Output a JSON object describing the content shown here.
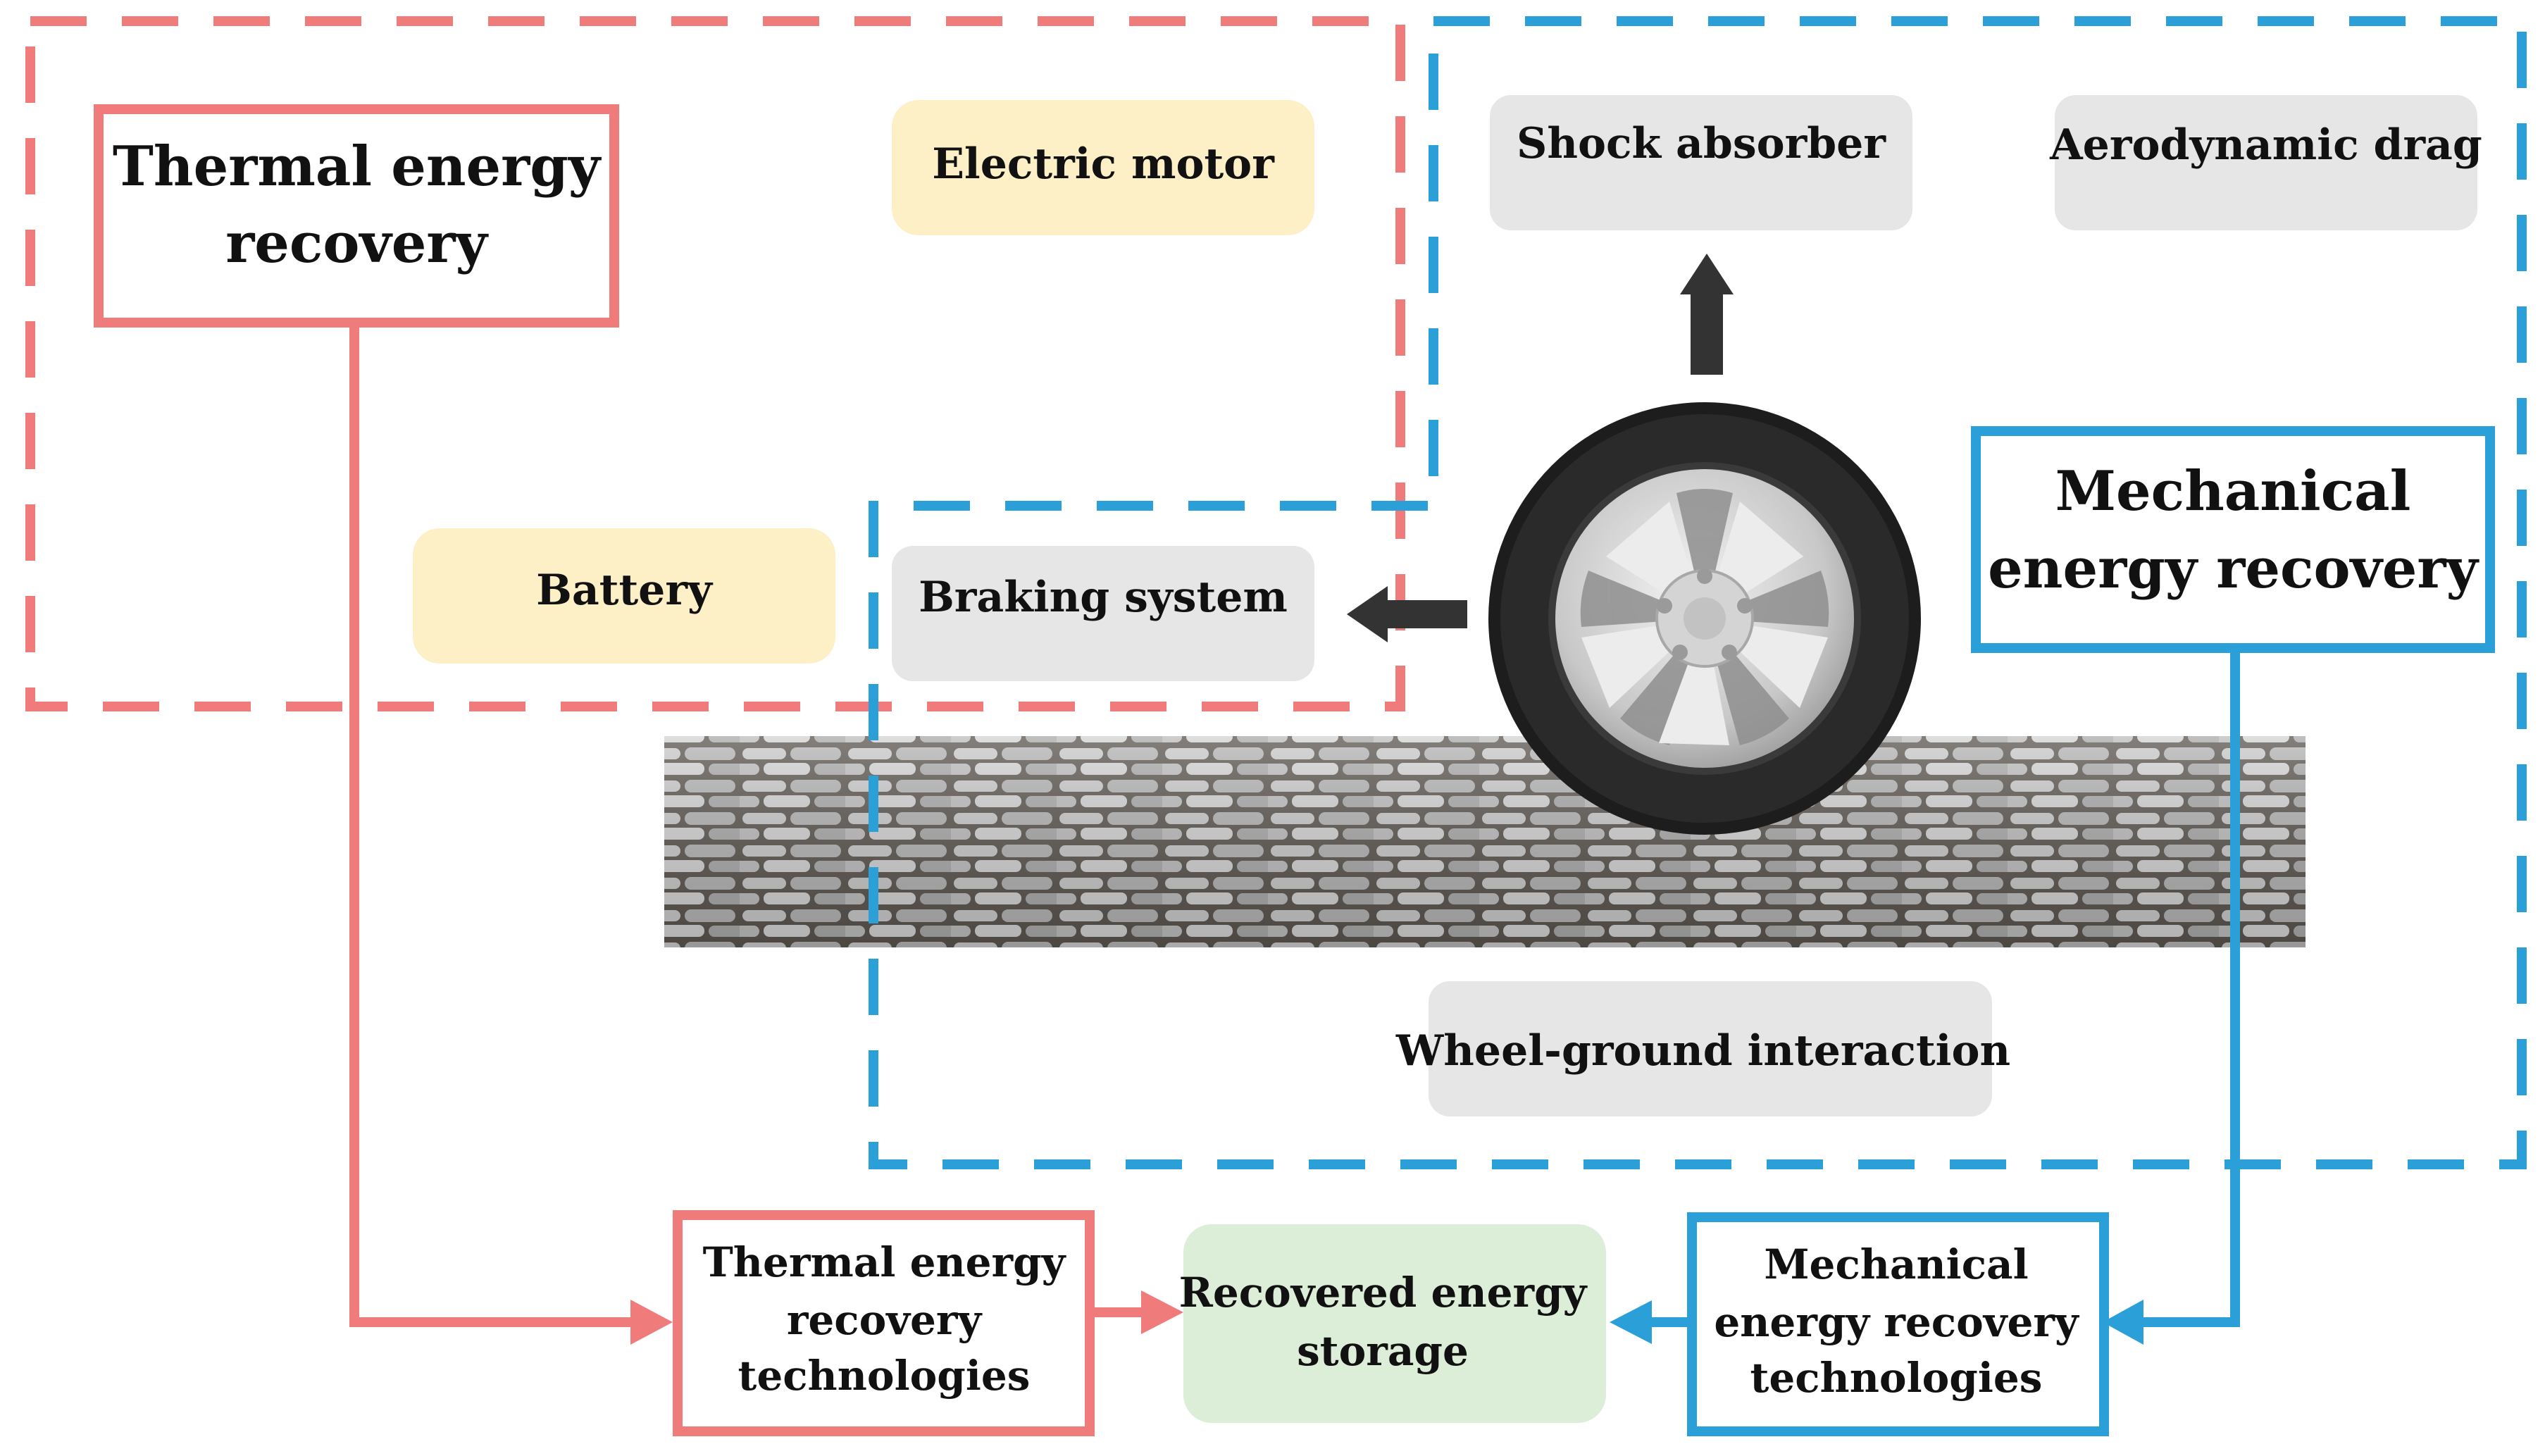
{
  "colors": {
    "thermal": "#f07b7b",
    "mechanical": "#2a9fd8",
    "yellow_box": "#fdefc6",
    "grey_box": "#e6e6e6",
    "green_box": "#dceed8",
    "arrow_dark": "#333333"
  },
  "regions": {
    "thermal_title": [
      "Thermal energy",
      "recovery"
    ],
    "mechanical_title": [
      "Mechanical",
      "energy recovery"
    ]
  },
  "components": {
    "electric_motor": "Electric motor",
    "battery": "Battery",
    "braking_system": "Braking system",
    "shock_absorber": "Shock absorber",
    "aerodynamic_drag": "Aerodynamic drag",
    "wheel_ground": "Wheel-ground interaction"
  },
  "outputs": {
    "thermal_tech": [
      "Thermal energy",
      "recovery",
      "technologies"
    ],
    "storage": [
      "Recovered energy",
      "storage"
    ],
    "mechanical_tech": [
      "Mechanical",
      "energy recovery",
      "technologies"
    ]
  },
  "icons": {
    "wheel": "car-wheel-icon",
    "road": "cobblestone-road-texture",
    "up_arrow": "up-arrow-icon",
    "left_arrow": "left-arrow-icon"
  }
}
